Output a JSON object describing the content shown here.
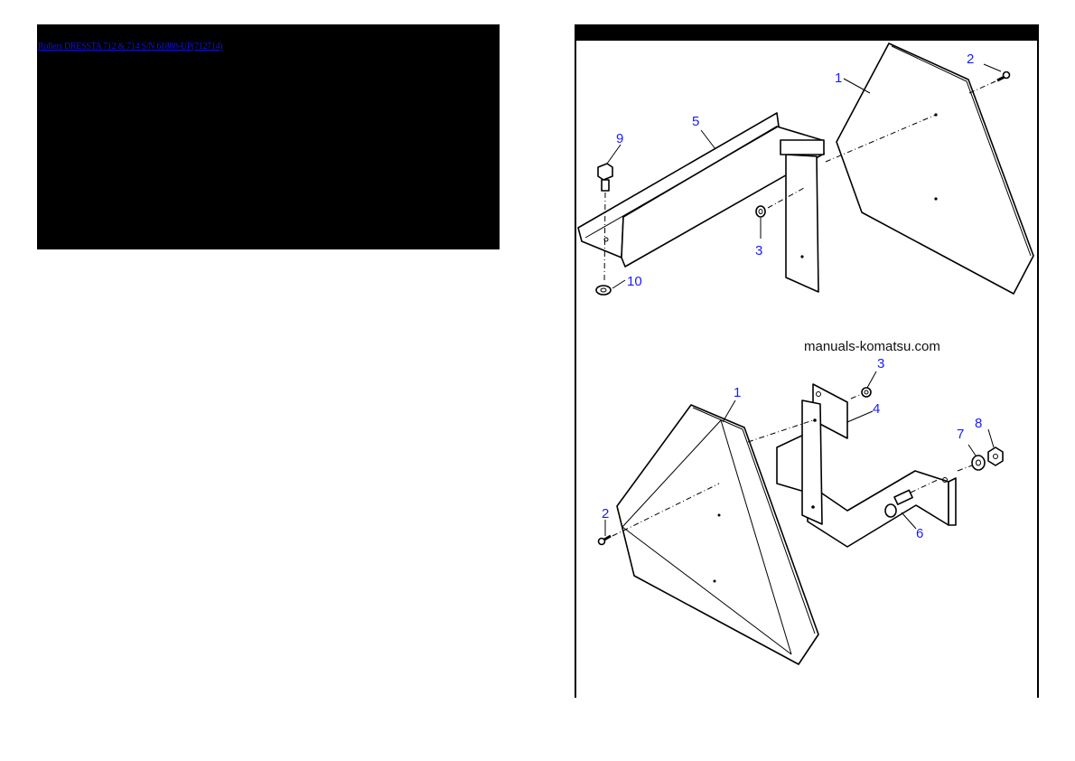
{
  "left_panel": {
    "link_text": "Rollers DRESSTA 712 & 714 S/N 61888-UP(712714)",
    "background": "#000000",
    "link_color": "#1010e0"
  },
  "right_panel": {
    "watermark": "manuals-komatsu.com",
    "label_color": "#1a1aff",
    "callouts": {
      "top_1": "1",
      "top_2": "2",
      "top_3": "3",
      "top_5": "5",
      "top_9": "9",
      "top_10": "10",
      "bottom_1": "1",
      "bottom_2": "2",
      "bottom_3": "3",
      "bottom_4": "4",
      "bottom_6": "6",
      "bottom_7": "7",
      "bottom_8": "8"
    }
  }
}
